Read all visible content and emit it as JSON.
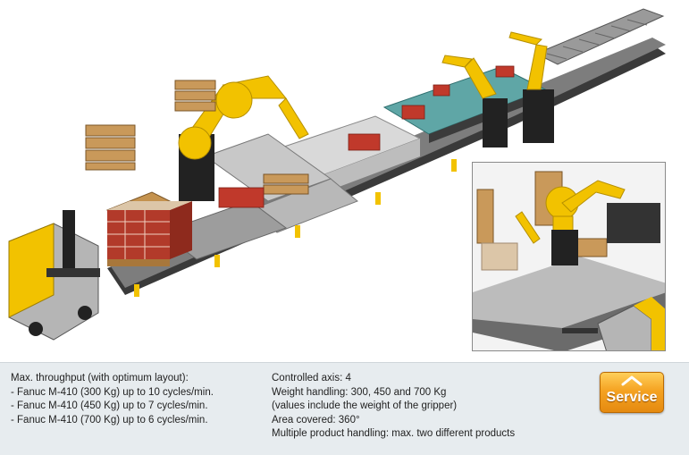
{
  "info": {
    "left": {
      "title": "Max. throughput (with optimum layout):",
      "items": [
        "- Fanuc M-410 (300 Kg) up to 10 cycles/min.",
        "- Fanuc M-410 (450 Kg) up to 7 cycles/min.",
        "- Fanuc M-410 (700 Kg) up to 6 cycles/min."
      ]
    },
    "right": {
      "axis": "Controlled axis: 4",
      "weight": "Weight handling: 300, 450 and 700 Kg",
      "weight_note": "(values include the weight of the gripper)",
      "area": "Area covered: 360°",
      "multi": "Multiple product handling: max. two different products"
    }
  },
  "service_button": {
    "label": "Service"
  },
  "colors": {
    "robot": "#f2c200",
    "conveyor": "#2a2a2a",
    "panel": "#e7ecef",
    "button": "#f5a322"
  },
  "icons": [
    "palletizing-line-illustration",
    "forklift-agv-icon",
    "robot-arm-icon",
    "chevron-up-icon"
  ]
}
